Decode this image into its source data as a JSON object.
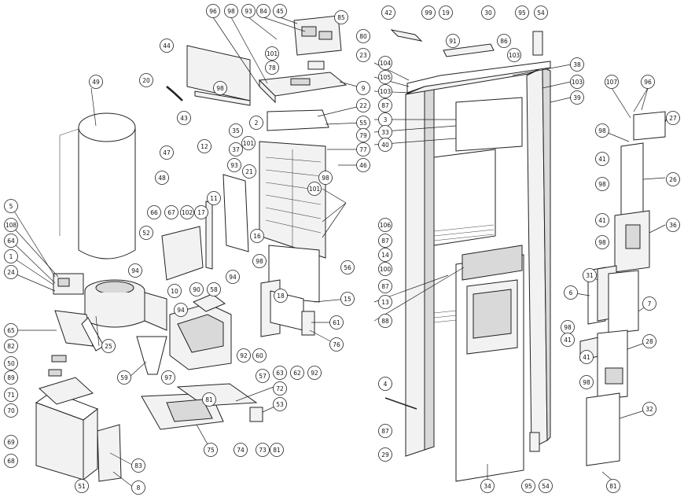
{
  "diagram": {
    "callouts": [
      "96",
      "98",
      "93",
      "84",
      "45",
      "85",
      "80",
      "23",
      "101",
      "78",
      "44",
      "20",
      "98",
      "9",
      "22",
      "43",
      "55",
      "2",
      "35",
      "101",
      "79",
      "77",
      "37",
      "46",
      "98",
      "101",
      "47",
      "48",
      "93",
      "21",
      "12",
      "11",
      "16",
      "98",
      "56",
      "49",
      "5",
      "108",
      "64",
      "1",
      "24",
      "66",
      "67",
      "102",
      "17",
      "52",
      "94",
      "94",
      "10",
      "90",
      "58",
      "94",
      "18",
      "15",
      "61",
      "76",
      "92",
      "60",
      "63",
      "62",
      "92",
      "57",
      "65",
      "82",
      "50",
      "89",
      "71",
      "70",
      "25",
      "59",
      "97",
      "81",
      "72",
      "53",
      "75",
      "74",
      "73",
      "81",
      "69",
      "68",
      "51",
      "83",
      "8",
      "42",
      "99",
      "19",
      "91",
      "30",
      "95",
      "54",
      "86",
      "103",
      "104",
      "105",
      "103",
      "87",
      "38",
      "103",
      "39",
      "3",
      "33",
      "40",
      "106",
      "87",
      "14",
      "100",
      "87",
      "13",
      "88",
      "4",
      "87",
      "29",
      "34",
      "95",
      "54",
      "107",
      "96",
      "98",
      "27",
      "41",
      "98",
      "26",
      "41",
      "36",
      "98",
      "31",
      "6",
      "7",
      "98",
      "41",
      "28",
      "41",
      "98",
      "32",
      "81"
    ]
  }
}
